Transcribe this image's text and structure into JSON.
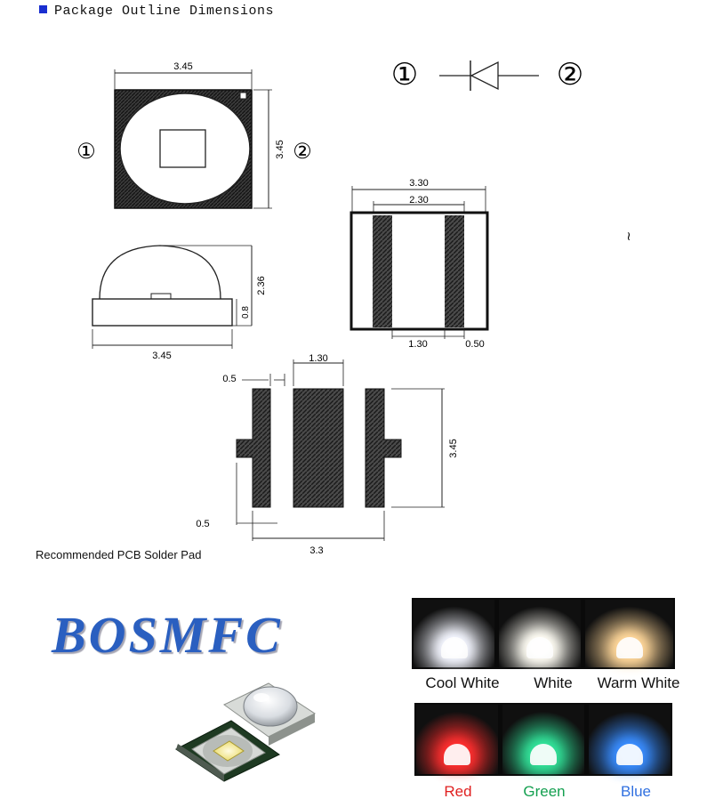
{
  "header": {
    "title": "Package Outline Dimensions",
    "bullet_color": "#1a2fd0"
  },
  "drawing": {
    "top_view": {
      "width": "3.45",
      "height": "3.45",
      "pin1": "①",
      "pin2": "②"
    },
    "symbol": {
      "pin1": "①",
      "pin2": "②"
    },
    "side_view": {
      "width": "3.45",
      "height": "2.36",
      "base_height": "0.8"
    },
    "bottom_view": {
      "outer_width": "3.30",
      "inner_width": "2.30",
      "pad_width": "1.30",
      "pad_gap": "0.50",
      "mark": "≀"
    },
    "pcb_pad": {
      "top_gap": "0.5",
      "center_width": "1.30",
      "height": "3.45",
      "bottom_gap": "0.5",
      "total_width": "3.3",
      "caption": "Recommended PCB   Solder Pad"
    }
  },
  "brand": {
    "name": "BOSMFC",
    "color": "#2a5fc0"
  },
  "color_swatches": [
    {
      "label": "Cool White",
      "text_color": "#111111",
      "glow": "#f4f6ff"
    },
    {
      "label": "White",
      "text_color": "#111111",
      "glow": "#fffdf4"
    },
    {
      "label": "Warm White",
      "text_color": "#111111",
      "glow": "#ffd79a"
    },
    {
      "label": "Red",
      "text_color": "#e02020",
      "glow": "#ff3030"
    },
    {
      "label": "Green",
      "text_color": "#14a050",
      "glow": "#33e39a"
    },
    {
      "label": "Blue",
      "text_color": "#3070e0",
      "glow": "#3a8dff"
    }
  ]
}
